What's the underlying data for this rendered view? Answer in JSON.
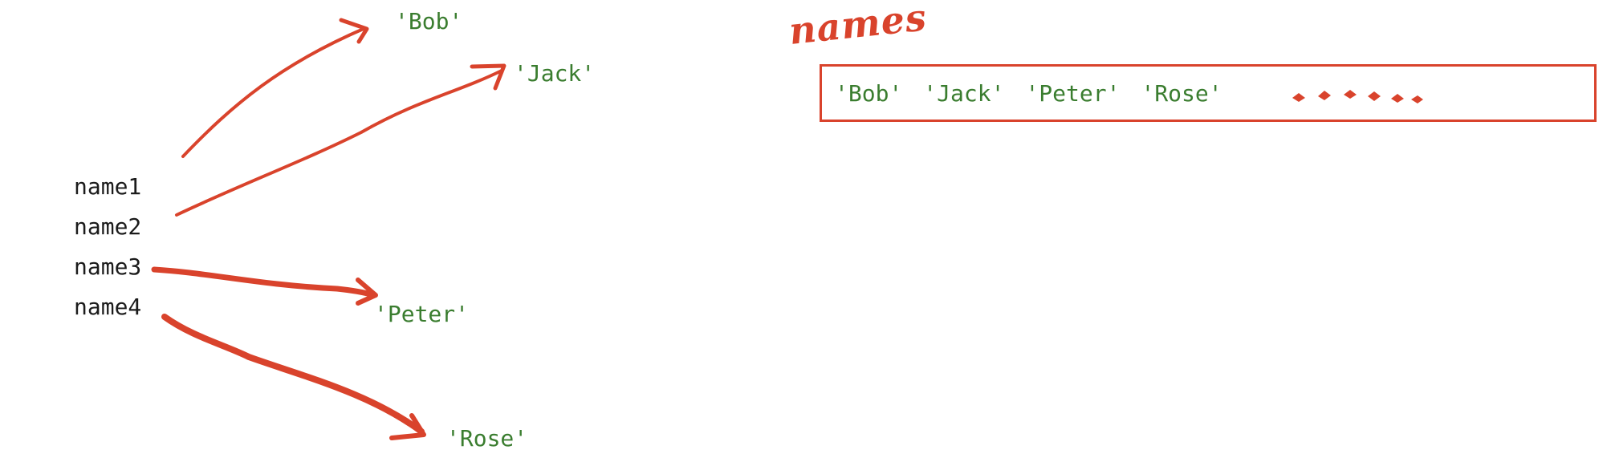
{
  "variables": [
    "name1",
    "name2",
    "name3",
    "name4"
  ],
  "strings": {
    "bob": "'Bob'",
    "jack": "'Jack'",
    "peter": "'Peter'",
    "rose": "'Rose'"
  },
  "list": {
    "label": "names",
    "items": [
      "'Bob'",
      "'Jack'",
      "'Peter'",
      "'Rose'"
    ]
  },
  "colors": {
    "ink": "#d9432c",
    "string_text": "#3a7d2f",
    "variable_text": "#1b1b1b"
  }
}
